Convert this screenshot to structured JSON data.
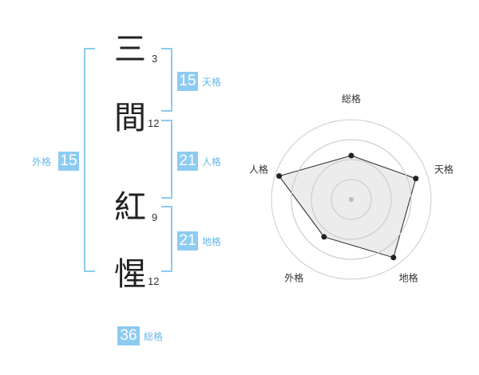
{
  "name_chars": [
    {
      "char": "三",
      "strokes": "3"
    },
    {
      "char": "間",
      "strokes": "12"
    },
    {
      "char": "紅",
      "strokes": "9"
    },
    {
      "char": "惺",
      "strokes": "12"
    }
  ],
  "scores": {
    "tenkaku": {
      "value": "15",
      "label": "天格"
    },
    "jinkaku": {
      "value": "21",
      "label": "人格"
    },
    "chikaku": {
      "value": "21",
      "label": "地格"
    },
    "gaikaku": {
      "value": "15",
      "label": "外格"
    },
    "soukaku": {
      "value": "36",
      "label": "総格"
    }
  },
  "colors": {
    "accent": "#8ecbf2",
    "bracket": "#8dc9ef",
    "label": "#66b8ea",
    "text": "#222222"
  },
  "chart_data": {
    "type": "radar",
    "axes": [
      "総格",
      "天格",
      "地格",
      "外格",
      "人格"
    ],
    "values": [
      0.55,
      0.85,
      0.9,
      0.58,
      0.95
    ],
    "rings": 4,
    "range": [
      0,
      1
    ]
  }
}
